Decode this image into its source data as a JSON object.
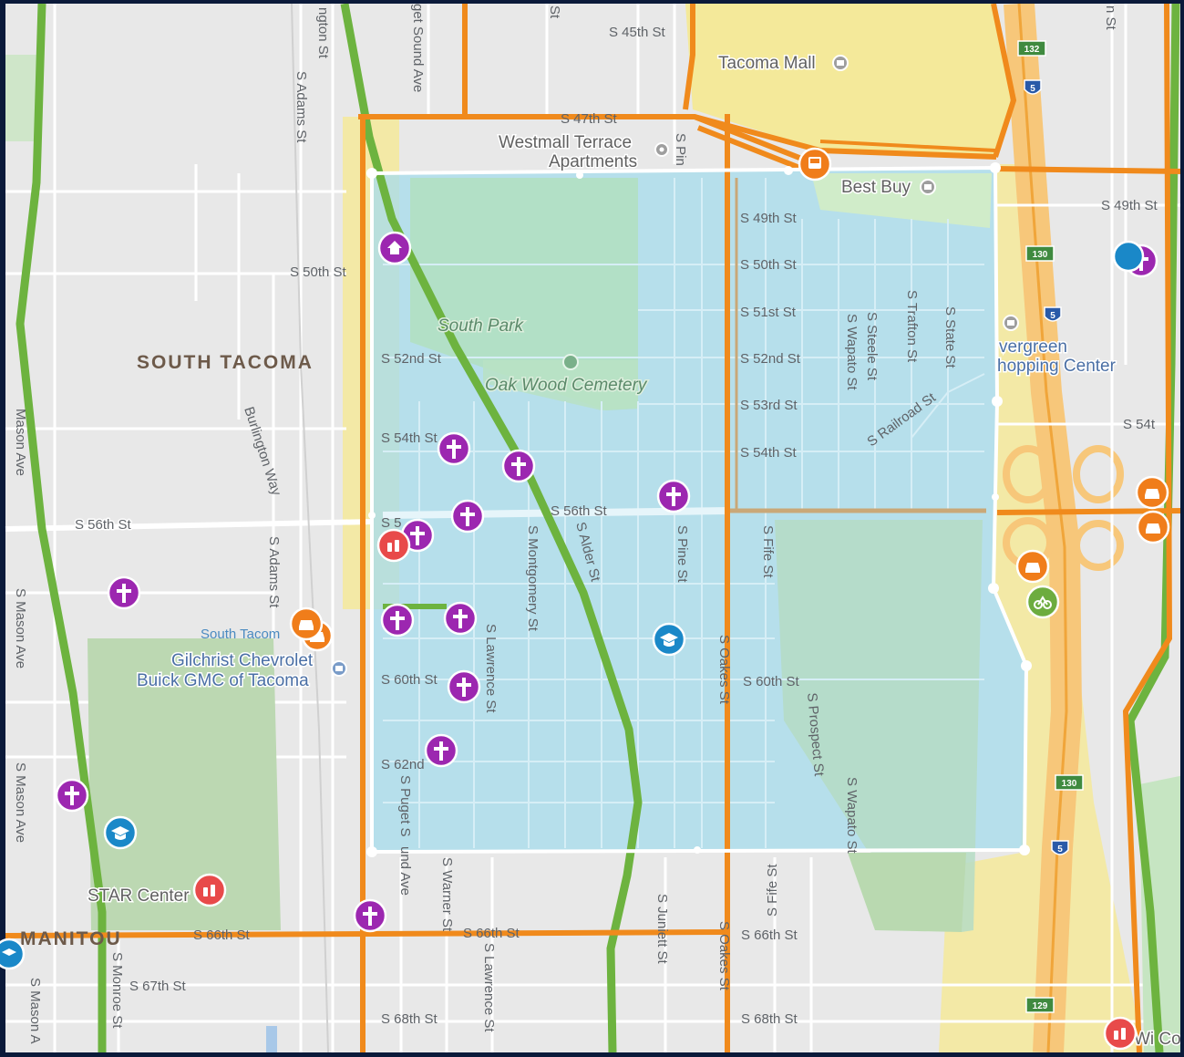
{
  "neighborhood": "SOUTH TACOMA",
  "manitou": "MANITOU",
  "streets": {
    "s45th": "S 45th St",
    "s47th": "S 47th St",
    "s49th_a": "S 49th St",
    "s49th_b": "S 49th St",
    "s50th_a": "S 50th St",
    "s50th_b": "S 50th St",
    "s51st": "S 51st St",
    "s52nd_a": "S 52nd St",
    "s52nd_b": "S 52nd St",
    "s53rd": "S 53rd St",
    "s54th_a": "S 54th St",
    "s54th_b": "S 54th St",
    "s54th_c": "S 54t",
    "s56th_a": "S 56th St",
    "s56th_b": "S 56th St",
    "s56th_c": "S 5",
    "s60th_a": "S 60th St",
    "s60th_b": "S 60th St",
    "s62nd": "S 62nd",
    "s66th_a": "S 66th St",
    "s66th_b": "S 66th St",
    "s66th_c": "S 66th St",
    "s67th": "S 67th St",
    "s68th_a": "S 68th St",
    "s68th_b": "S 68th St",
    "adams_a": "S Adams St",
    "adams_b": "S Adams St",
    "washington": "ngton St",
    "puget_a": "get Sound Ave",
    "puget_b": "S Puget S",
    "puget_c": "und Ave",
    "pine_a": "S Pin",
    "pine_b": "S Pine St",
    "mason_a": "Mason Ave",
    "mason_b": "S Mason Ave",
    "mason_c": "S Mason Ave",
    "mason_d": "S Mason A",
    "burlington": "Burlington Way",
    "montgomery": "S Montgomery St",
    "alder": "S Alder St",
    "lawrence_a": "S Lawrence St",
    "lawrence_b": "S Lawrence St",
    "oakes_a": "S Oakes St",
    "oakes_b": "S Oakes St",
    "fife_a": "S Fife St",
    "fife_b": "S Fife St",
    "wapato_a": "S Wapato St",
    "wapato_b": "S Wapato St",
    "steele": "S Steele St",
    "trafton": "S Trafton St",
    "state": "S State St",
    "railroad": "S Railroad St",
    "prospect": "S Prospect St",
    "warner": "S Warner St",
    "juniett": "S Juniett St",
    "monroe": "S Monroe St",
    "st_top": "St",
    "n_st": "n St"
  },
  "pois": {
    "tacoma_mall": "Tacoma Mall",
    "westmall_1": "Westmall Terrace",
    "westmall_2": "Apartments",
    "best_buy": "Best Buy",
    "tacoma_mall_area": "Tacoma Mall",
    "evergreen_1": "vergreen",
    "evergreen_2": "hopping Center",
    "south_park": "South Park",
    "oak_wood": "Oak Wood Cemetery",
    "south_tacoma_sm": "South Tacom",
    "gilchrist_1": "Gilchrist Chevrolet",
    "gilchrist_2": "Buick GMC of Tacoma",
    "star_center": "STAR Center",
    "wi_co": "Wi Co"
  },
  "shields": {
    "r132": "132",
    "r130_a": "130",
    "r130_b": "130",
    "r129": "129",
    "i5_a": "5",
    "i5_b": "5",
    "i5_c": "5"
  },
  "colors": {
    "land": "#e8e8e8",
    "selection_fill": "#a8dcec",
    "selection_stroke": "#ffffff",
    "park": "#c6e5c2",
    "highlight_yellow": "#f4e99a",
    "arterial_orange": "#f08a1c",
    "green_route": "#6db33f",
    "church_purple": "#9c27b0",
    "school_blue": "#1a88c8",
    "transit_orange": "#f07d1a",
    "shopping_red": "#e84a4a",
    "bike_green": "#6dac3f"
  },
  "icons": {
    "church": "church-cross-icon",
    "school": "school-cap-icon",
    "bus": "bus-icon",
    "car": "car-dealer-icon",
    "home": "home-icon",
    "shopping": "shopping-icon",
    "bike": "bicycle-icon",
    "mall": "shopping-bag-icon"
  }
}
